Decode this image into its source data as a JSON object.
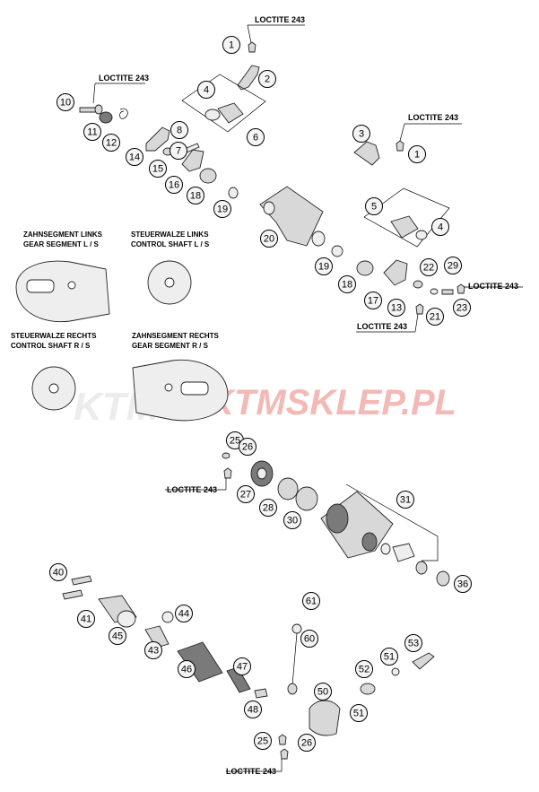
{
  "loctite_label": "LOCTITE 243",
  "watermark": {
    "brand": "KTM",
    "shop": "KTMSKLEP.PL"
  },
  "captions": {
    "gear_segment_left_de": "ZAHNSEGMENT LINKS",
    "gear_segment_left_en": "GEAR SEGMENT L / S",
    "control_shaft_left_de": "STEUERWALZE LINKS",
    "control_shaft_left_en": "CONTROL SHAFT L / S",
    "control_shaft_right_de": "STEUERWALZE RECHTS",
    "control_shaft_right_en": "CONTROL SHAFT R / S",
    "gear_segment_right_de": "ZAHNSEGMENT RECHTS",
    "gear_segment_right_en": "GEAR SEGMENT R / S"
  },
  "callouts": [
    "1",
    "2",
    "4",
    "6",
    "10",
    "11",
    "12",
    "14",
    "8",
    "7",
    "15",
    "16",
    "18",
    "19",
    "20",
    "3",
    "1",
    "5",
    "4",
    "19",
    "18",
    "17",
    "13",
    "22",
    "29",
    "21",
    "23",
    "25",
    "26",
    "27",
    "28",
    "30",
    "31",
    "36",
    "40",
    "41",
    "45",
    "44",
    "43",
    "46",
    "47",
    "48",
    "61",
    "60",
    "50",
    "51",
    "52",
    "53",
    "51",
    "25",
    "26"
  ]
}
